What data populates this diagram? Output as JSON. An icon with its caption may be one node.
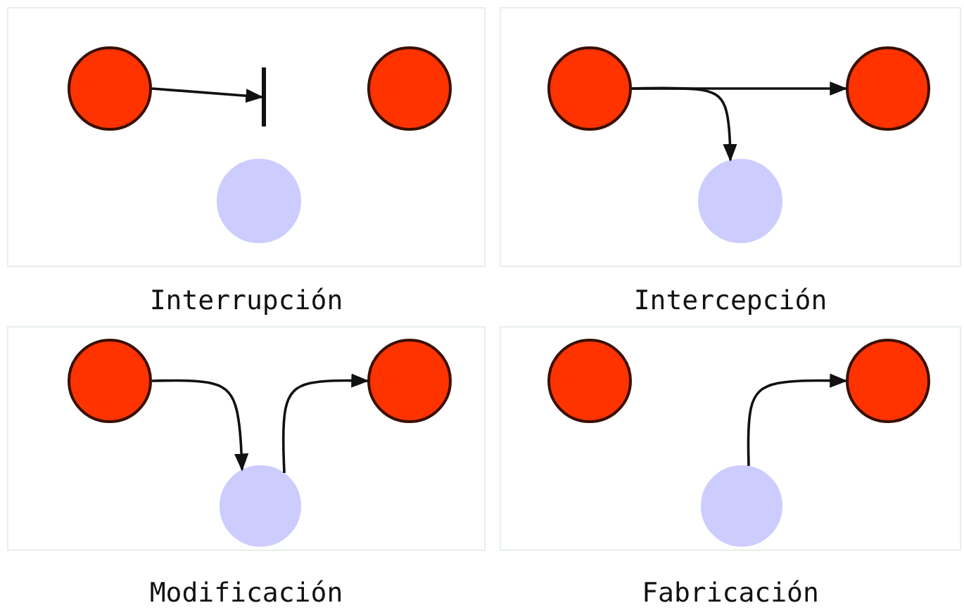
{
  "diagram": {
    "nodes": [
      {
        "text": [
          "Interrupción"
        ]
      },
      {
        "text": [],
        "shape": "circle",
        "in": 0
      },
      {
        "text": [],
        "shape": "bar",
        "in": 0
      },
      {
        "text": [],
        "shape": "circle",
        "in": 0
      },
      {
        "text": [],
        "shape": "circle",
        "in": 0
      },
      {
        "text": [
          "Intercepción"
        ]
      },
      {
        "text": [],
        "shape": "circle",
        "in": 5
      },
      {
        "text": [],
        "shape": "circle",
        "in": 5
      },
      {
        "text": [],
        "shape": "circle",
        "in": 5
      },
      {
        "text": [
          "Modificación"
        ]
      },
      {
        "text": [],
        "shape": "circle",
        "in": 9
      },
      {
        "text": [],
        "shape": "circle",
        "in": 9
      },
      {
        "text": [],
        "shape": "circle",
        "in": 9
      },
      {
        "text": [
          "Fabricación"
        ]
      },
      {
        "text": [],
        "shape": "circle",
        "in": 13
      },
      {
        "text": [],
        "shape": "circle",
        "in": 13
      },
      {
        "text": [],
        "shape": "circle",
        "in": 13
      }
    ],
    "edges": [
      {
        "from": 1,
        "to": 2,
        "arrow": "to"
      },
      {
        "from": 6,
        "to": 7,
        "arrow": "to"
      },
      {
        "from": 6,
        "to": 8,
        "arrow": "to"
      },
      {
        "from": 10,
        "to": 12,
        "arrow": "to"
      },
      {
        "from": 12,
        "to": 11,
        "arrow": "to"
      },
      {
        "from": 16,
        "to": 15,
        "arrow": "to"
      }
    ]
  }
}
